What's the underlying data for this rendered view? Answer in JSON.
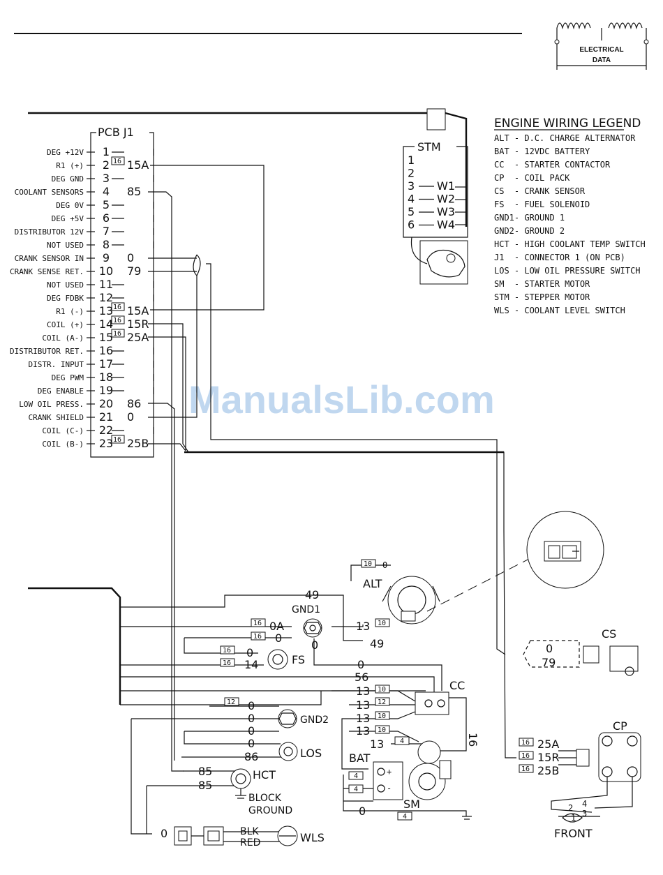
{
  "badge": {
    "line1": "ELECTRICAL",
    "line2": "DATA"
  },
  "pcb": {
    "title": "PCB J1",
    "pins": [
      {
        "label": "DEG +12V",
        "num": "1",
        "wire": "",
        "gauge": ""
      },
      {
        "label": "R1 (+)",
        "num": "2",
        "wire": "15A",
        "gauge": "16"
      },
      {
        "label": "DEG GND",
        "num": "3",
        "wire": "",
        "gauge": ""
      },
      {
        "label": "COOLANT SENSORS",
        "num": "4",
        "wire": "85",
        "gauge": ""
      },
      {
        "label": "DEG 0V",
        "num": "5",
        "wire": "",
        "gauge": ""
      },
      {
        "label": "DEG +5V",
        "num": "6",
        "wire": "",
        "gauge": ""
      },
      {
        "label": "DISTRIBUTOR 12V",
        "num": "7",
        "wire": "",
        "gauge": ""
      },
      {
        "label": "NOT USED",
        "num": "8",
        "wire": "",
        "gauge": ""
      },
      {
        "label": "CRANK SENSOR IN",
        "num": "9",
        "wire": "0",
        "gauge": ""
      },
      {
        "label": "CRANK SENSE RET.",
        "num": "10",
        "wire": "79",
        "gauge": ""
      },
      {
        "label": "NOT USED",
        "num": "11",
        "wire": "",
        "gauge": ""
      },
      {
        "label": "DEG FDBK",
        "num": "12",
        "wire": "",
        "gauge": ""
      },
      {
        "label": "R1 (-)",
        "num": "13",
        "wire": "15A",
        "gauge": "16"
      },
      {
        "label": "COIL (+)",
        "num": "14",
        "wire": "15R",
        "gauge": "16"
      },
      {
        "label": "COIL (A-)",
        "num": "15",
        "wire": "25A",
        "gauge": "16"
      },
      {
        "label": "DISTRIBUTOR RET.",
        "num": "16",
        "wire": "",
        "gauge": ""
      },
      {
        "label": "DISTR. INPUT",
        "num": "17",
        "wire": "",
        "gauge": ""
      },
      {
        "label": "DEG PWM",
        "num": "18",
        "wire": "",
        "gauge": ""
      },
      {
        "label": "DEG ENABLE",
        "num": "19",
        "wire": "",
        "gauge": ""
      },
      {
        "label": "LOW OIL PRESS.",
        "num": "20",
        "wire": "86",
        "gauge": ""
      },
      {
        "label": "CRANK SHIELD",
        "num": "21",
        "wire": "0",
        "gauge": ""
      },
      {
        "label": "COIL (C-)",
        "num": "22",
        "wire": "",
        "gauge": ""
      },
      {
        "label": "COIL (B-)",
        "num": "23",
        "wire": "25B",
        "gauge": "16"
      }
    ]
  },
  "stm": {
    "title": "STM",
    "pins": [
      {
        "num": "1",
        "wire": ""
      },
      {
        "num": "2",
        "wire": ""
      },
      {
        "num": "3",
        "wire": "W1"
      },
      {
        "num": "4",
        "wire": "W2"
      },
      {
        "num": "5",
        "wire": "W3"
      },
      {
        "num": "6",
        "wire": "W4"
      }
    ]
  },
  "legend": {
    "title": "ENGINE WIRING LEGEND",
    "items": [
      "ALT - D.C. CHARGE ALTERNATOR",
      "BAT - 12VDC BATTERY",
      "CC  - STARTER CONTACTOR",
      "CP  - COIL PACK",
      "CS  - CRANK SENSOR",
      "FS  - FUEL SOLENOID",
      "GND1- GROUND 1",
      "GND2- GROUND 2",
      "HCT - HIGH COOLANT TEMP SWITCH",
      "J1  - CONNECTOR 1 (ON PCB)",
      "LOS - LOW OIL PRESSURE SWITCH",
      "SM  - STARTER MOTOR",
      "STM - STEPPER MOTOR",
      "WLS - COOLANT LEVEL SWITCH"
    ]
  },
  "engine": {
    "alt": "ALT",
    "gnd1": "GND1",
    "fs": "FS",
    "cc": "CC",
    "gnd2": "GND2",
    "los": "LOS",
    "hct": "HCT",
    "block_ground_1": "BLOCK",
    "block_ground_2": "GROUND",
    "bat": "BAT",
    "sm": "SM",
    "wls": "WLS",
    "blk": "BLK",
    "red": "RED",
    "cs": "CS",
    "cp": "CP",
    "front": "FRONT"
  },
  "wires": {
    "w49a": "49",
    "w0a": "0A",
    "w0": "0",
    "w13": "13",
    "w49b": "49",
    "w0b": "0",
    "w0c": "0",
    "w14": "14",
    "w0d": "0",
    "w56": "56",
    "w13a": "13",
    "w13b": "13",
    "w13c": "13",
    "w13d": "13",
    "w16": "16",
    "w0e": "0",
    "w0f": "0",
    "w0g": "0",
    "w0h": "0",
    "w86": "86",
    "w85a": "85",
    "w85b": "85",
    "w13e": "13",
    "w0i": "0",
    "w0j": "0",
    "cs0": "0",
    "cs79": "79",
    "cp25a": "25A",
    "cp15r": "15R",
    "cp25b": "25B",
    "cp1": "1",
    "cp2": "2",
    "cp3": "3",
    "cp4": "4",
    "alt0": "0",
    "bat_plus": "+",
    "bat_minus": "-"
  },
  "gauges": {
    "g10a": "10",
    "g16a": "16",
    "g16b": "16",
    "g10b": "10",
    "g16c": "16",
    "g16d": "16",
    "g12": "12",
    "g10c": "10",
    "g10d": "10",
    "g4a": "4",
    "g4b": "4",
    "g4c": "4",
    "g4d": "4",
    "g12b": "12",
    "g10e": "10",
    "cpg1": "16",
    "cpg2": "16",
    "cpg3": "16"
  },
  "watermark": "ManualsLib.com"
}
